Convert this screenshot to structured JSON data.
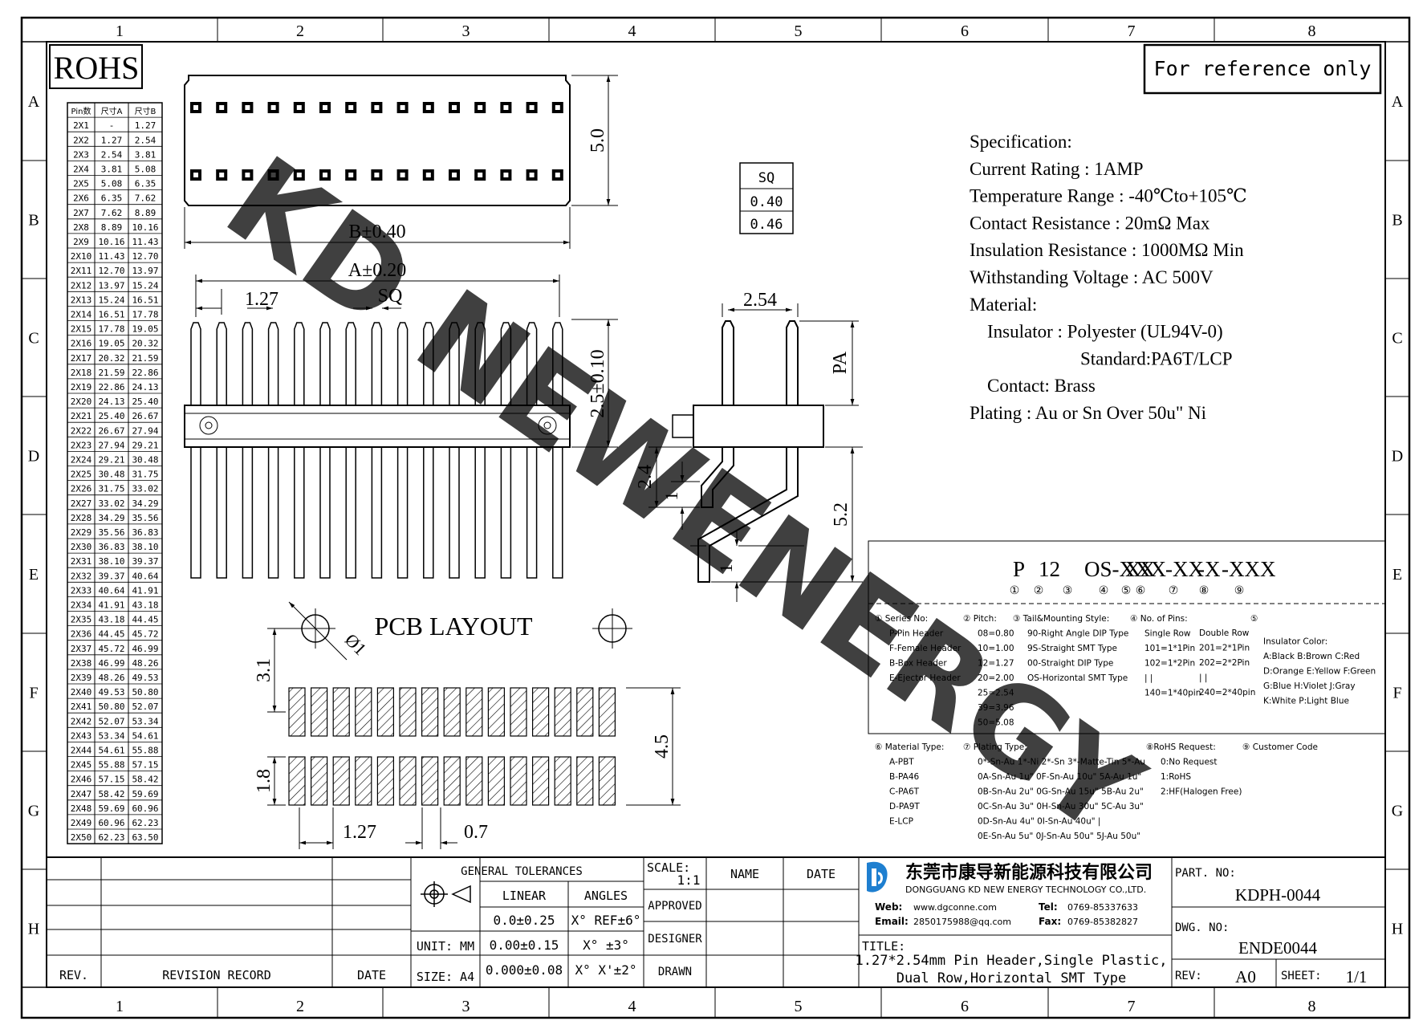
{
  "frame": {
    "cols": [
      "1",
      "2",
      "3",
      "4",
      "5",
      "6",
      "7",
      "8"
    ],
    "rows": [
      "A",
      "B",
      "C",
      "D",
      "E",
      "F",
      "G",
      "H"
    ]
  },
  "rohs": "ROHS",
  "reference": "For reference only",
  "watermark": "KD NEWENERGY",
  "pin_table": {
    "headers": [
      "Pin数",
      "尺寸A",
      "尺寸B"
    ],
    "rows": [
      [
        "2X1",
        "-",
        "1.27"
      ],
      [
        "2X2",
        "1.27",
        "2.54"
      ],
      [
        "2X3",
        "2.54",
        "3.81"
      ],
      [
        "2X4",
        "3.81",
        "5.08"
      ],
      [
        "2X5",
        "5.08",
        "6.35"
      ],
      [
        "2X6",
        "6.35",
        "7.62"
      ],
      [
        "2X7",
        "7.62",
        "8.89"
      ],
      [
        "2X8",
        "8.89",
        "10.16"
      ],
      [
        "2X9",
        "10.16",
        "11.43"
      ],
      [
        "2X10",
        "11.43",
        "12.70"
      ],
      [
        "2X11",
        "12.70",
        "13.97"
      ],
      [
        "2X12",
        "13.97",
        "15.24"
      ],
      [
        "2X13",
        "15.24",
        "16.51"
      ],
      [
        "2X14",
        "16.51",
        "17.78"
      ],
      [
        "2X15",
        "17.78",
        "19.05"
      ],
      [
        "2X16",
        "19.05",
        "20.32"
      ],
      [
        "2X17",
        "20.32",
        "21.59"
      ],
      [
        "2X18",
        "21.59",
        "22.86"
      ],
      [
        "2X19",
        "22.86",
        "24.13"
      ],
      [
        "2X20",
        "24.13",
        "25.40"
      ],
      [
        "2X21",
        "25.40",
        "26.67"
      ],
      [
        "2X22",
        "26.67",
        "27.94"
      ],
      [
        "2X23",
        "27.94",
        "29.21"
      ],
      [
        "2X24",
        "29.21",
        "30.48"
      ],
      [
        "2X25",
        "30.48",
        "31.75"
      ],
      [
        "2X26",
        "31.75",
        "33.02"
      ],
      [
        "2X27",
        "33.02",
        "34.29"
      ],
      [
        "2X28",
        "34.29",
        "35.56"
      ],
      [
        "2X29",
        "35.56",
        "36.83"
      ],
      [
        "2X30",
        "36.83",
        "38.10"
      ],
      [
        "2X31",
        "38.10",
        "39.37"
      ],
      [
        "2X32",
        "39.37",
        "40.64"
      ],
      [
        "2X33",
        "40.64",
        "41.91"
      ],
      [
        "2X34",
        "41.91",
        "43.18"
      ],
      [
        "2X35",
        "43.18",
        "44.45"
      ],
      [
        "2X36",
        "44.45",
        "45.72"
      ],
      [
        "2X37",
        "45.72",
        "46.99"
      ],
      [
        "2X38",
        "46.99",
        "48.26"
      ],
      [
        "2X39",
        "48.26",
        "49.53"
      ],
      [
        "2X40",
        "49.53",
        "50.80"
      ],
      [
        "2X41",
        "50.80",
        "52.07"
      ],
      [
        "2X42",
        "52.07",
        "53.34"
      ],
      [
        "2X43",
        "53.34",
        "54.61"
      ],
      [
        "2X44",
        "54.61",
        "55.88"
      ],
      [
        "2X45",
        "55.88",
        "57.15"
      ],
      [
        "2X46",
        "57.15",
        "58.42"
      ],
      [
        "2X47",
        "58.42",
        "59.69"
      ],
      [
        "2X48",
        "59.69",
        "60.96"
      ],
      [
        "2X49",
        "60.96",
        "62.23"
      ],
      [
        "2X50",
        "62.23",
        "63.50"
      ]
    ]
  },
  "sq_table": [
    "SQ",
    "0.40",
    "0.46"
  ],
  "dims": {
    "top_height": "5.0",
    "b_width": "B±0.40",
    "a_width": "A±0.20",
    "pitch": "1.27",
    "sq": "SQ",
    "pin_len": "2.5±0.10",
    "side_pitch": "2.54",
    "pa": "PA",
    "d24": "2.4",
    "d1a": "1",
    "d52": "5.2",
    "d1b": "1",
    "pcb_title": "PCB LAYOUT",
    "hole": "Ø1",
    "d31": "3.1",
    "d45": "4.5",
    "d18": "1.8",
    "pcb_pitch": "1.27",
    "pad_w": "0.7"
  },
  "spec": [
    "Specification:",
    "Current Rating : 1AMP",
    "Temperature Range : -40℃to+105℃",
    "Contact Resistance : 20mΩ Max",
    "Insulation Resistance : 1000MΩ Min",
    "Withstanding Voltage : AC 500V",
    "Material:",
    "Insulator : Polyester (UL94V-0)",
    "Standard:PA6T/LCP",
    "Contact: Brass",
    "Plating : Au or Sn Over 50u\" Ni"
  ],
  "partcode": {
    "segments": [
      "P",
      "12",
      "OS-XXX",
      "X",
      "X",
      "-XX",
      "-X",
      "-XXX"
    ],
    "nums": [
      "①",
      "②",
      "③",
      "④",
      "⑤",
      "⑥",
      "⑦",
      "⑧",
      "⑨"
    ]
  },
  "legend": {
    "c1": [
      "① Series No:",
      "P-Pin Header",
      "F-Female Header",
      "B-Box Header",
      "E-Ejector Header"
    ],
    "c2": [
      "② Pitch:",
      "08=0.80",
      "10=1.00",
      "12=1.27",
      "20=2.00",
      "25=2.54",
      "39=3.96",
      "50=5.08"
    ],
    "c3": [
      "③ Tail&Mounting Style:",
      "90-Right Angle DIP Type",
      "9S-Straight SMT Type",
      "00-Straight DIP Type",
      "OS-Horizontal SMT Type"
    ],
    "c4": [
      "④ No. of Pins:",
      "Single Row",
      "101=1*1Pin",
      "102=1*2Pin",
      "|  |",
      "140=1*40pin"
    ],
    "c4b": [
      "Double Row",
      "201=2*1Pin",
      "202=2*2Pin",
      "|  |",
      "240=2*40pin"
    ],
    "c5": [
      "⑤",
      "Insulator Color:",
      "A:Black  B:Brown  C:Red",
      "D:Orange E:Yellow F:Green",
      "G:Blue   H:Violet J:Gray",
      "K:White  P:Light Blue"
    ],
    "c6": [
      "⑥ Material Type:",
      "A-PBT",
      "B-PA46",
      "C-PA6T",
      "D-PA9T",
      "E-LCP"
    ],
    "c7": [
      "⑦ Plating Type:",
      "0*-Sn-Au 1*-Ni 2*-Sn 3*-Matte-Tin 5*-Au",
      "0A-Sn-Au 1u\" 0F-Sn-Au 10u\"  5A-Au 1u\"",
      "0B-Sn-Au 2u\" 0G-Sn-Au 15u\"  5B-Au 2u\"",
      "0C-Sn-Au 3u\" 0H-Sn-Au 30u\"  5C-Au 3u\"",
      "0D-Sn-Au 4u\" 0I-Sn-Au 40u\"     |",
      "0E-Sn-Au 5u\" 0J-Sn-Au 50u\"  5J-Au 50u\""
    ],
    "c8": [
      "⑧RoHS Request:",
      "0:No Request",
      "1:RoHS",
      "2:HF(Halogen Free)"
    ],
    "c9": [
      "⑨ Customer Code"
    ]
  },
  "title_block": {
    "gen_tol": "GENERAL TOLERANCES",
    "linear": "LINEAR",
    "angles": "ANGLES",
    "tol_rows": [
      [
        "0.0±0.25",
        "X° REF±6°"
      ],
      [
        "0.00±0.15",
        "X° ±3°"
      ],
      [
        "0.000±0.08",
        "X° X'±2°"
      ]
    ],
    "unit": "UNIT: MM",
    "size": "SIZE: A4",
    "scale_label": "SCALE:",
    "scale": "1:1",
    "name": "NAME",
    "date": "DATE",
    "approved": "APPROVED",
    "designer": "DESIGNER",
    "drawn": "DRAWN",
    "rev": "REV.",
    "revision_record": "REVISION RECORD",
    "rev_date": "DATE",
    "company_cn": "东莞市康导新能源科技有限公司",
    "company_en": "DONGGUANG KD NEW ENERGY TECHNOLOGY CO.,LTD.",
    "web_label": "Web:",
    "web": "www.dgconne.com",
    "tel_label": "Tel:",
    "tel": "0769-85337633",
    "email_label": "Email:",
    "email": "2850175988@qq.com",
    "fax_label": "Fax:",
    "fax": "0769-85382827",
    "title_label": "TITLE:",
    "title1": "1.27*2.54mm Pin Header,Single Plastic,",
    "title2": "Dual Row,Horizontal SMT Type",
    "part_no_label": "PART. NO:",
    "part_no": "KDPH-0044",
    "dwg_no_label": "DWG. NO:",
    "dwg_no": "ENDE0044",
    "rev_label": "REV:",
    "rev_val": "A0",
    "sheet_label": "SHEET:",
    "sheet_val": "1/1"
  }
}
